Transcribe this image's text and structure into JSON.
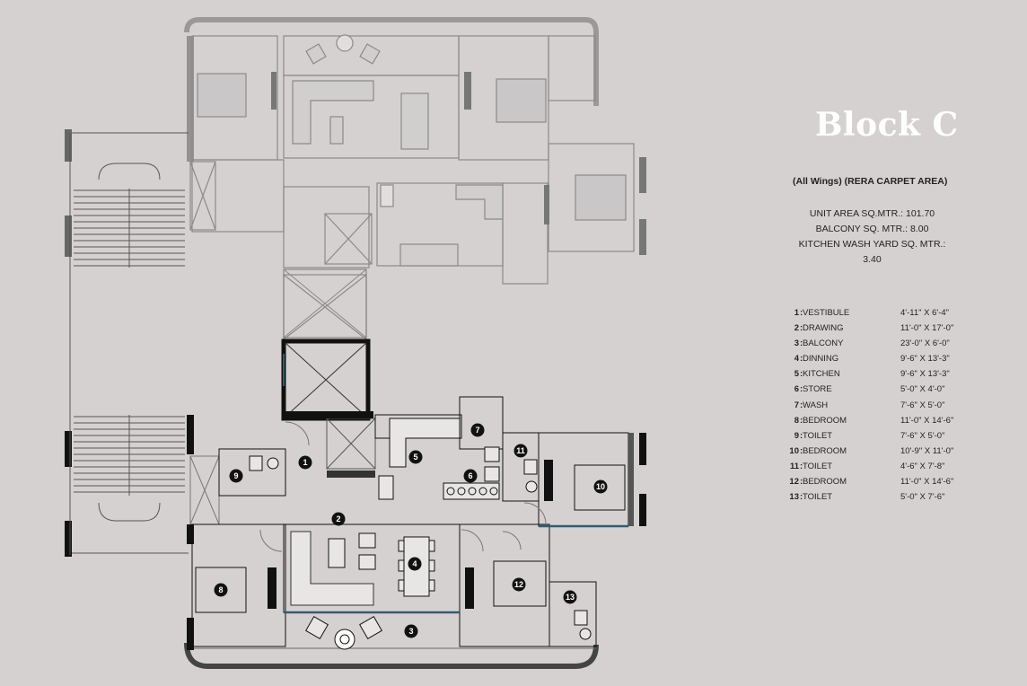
{
  "block_title": "Block C",
  "subtitle": "(All Wings) (RERA CARPET AREA)",
  "areas": [
    "UNIT AREA SQ.MTR.: 101.70",
    "BALCONY SQ. MTR.: 8.00",
    "KITCHEN WASH YARD SQ. MTR.: 3.40"
  ],
  "rooms": [
    {
      "num": "1",
      "name": "VESTIBULE",
      "dim": "4'-11\" X 6'-4\""
    },
    {
      "num": "2",
      "name": "DRAWING",
      "dim": "11'-0\" X 17'-0\""
    },
    {
      "num": "3",
      "name": "BALCONY",
      "dim": "23'-0\" X 6'-0\""
    },
    {
      "num": "4",
      "name": "DINNING",
      "dim": "9'-6\" X 13'-3\""
    },
    {
      "num": "5",
      "name": "KITCHEN",
      "dim": "9'-6\" X 13'-3\""
    },
    {
      "num": "6",
      "name": "STORE",
      "dim": "5'-0\" X 4'-0\""
    },
    {
      "num": "7",
      "name": "WASH",
      "dim": "7'-6\" X 5'-0\""
    },
    {
      "num": "8",
      "name": "BEDROOM",
      "dim": "11'-0\" X 14'-6\""
    },
    {
      "num": "9",
      "name": "TOILET",
      "dim": "7'-6\" X 5'-0\""
    },
    {
      "num": "10",
      "name": "BEDROOM",
      "dim": "10'-9\" X 11'-0\""
    },
    {
      "num": "11",
      "name": "TOILET",
      "dim": "4'-6\" X 7'-8\""
    },
    {
      "num": "12",
      "name": "BEDROOM",
      "dim": "11'-0\" X 14'-6\""
    },
    {
      "num": "13",
      "name": "TOILET",
      "dim": "5'-0\" X 7'-6\""
    }
  ],
  "markers": [
    "1",
    "2",
    "3",
    "4",
    "5",
    "6",
    "7",
    "8",
    "9",
    "10",
    "11",
    "12",
    "13"
  ],
  "colors": {
    "background": "#d6d1d1",
    "wall": "#111111",
    "faded_wall": "#8a8787",
    "glazing": "#2f5e70"
  }
}
